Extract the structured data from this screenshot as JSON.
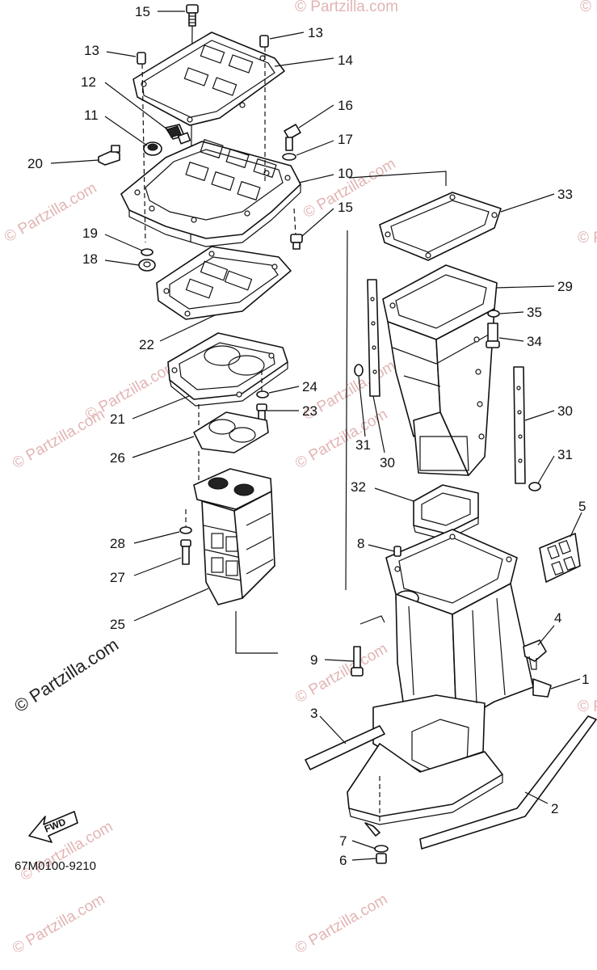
{
  "labels": [
    {
      "id": "15a",
      "text": "15"
    },
    {
      "id": "13a",
      "text": "13"
    },
    {
      "id": "13b",
      "text": "13"
    },
    {
      "id": "14",
      "text": "14"
    },
    {
      "id": "12",
      "text": "12"
    },
    {
      "id": "11",
      "text": "11"
    },
    {
      "id": "16",
      "text": "16"
    },
    {
      "id": "17",
      "text": "17"
    },
    {
      "id": "20",
      "text": "20"
    },
    {
      "id": "10",
      "text": "10"
    },
    {
      "id": "15b",
      "text": "15"
    },
    {
      "id": "33",
      "text": "33"
    },
    {
      "id": "19",
      "text": "19"
    },
    {
      "id": "18",
      "text": "18"
    },
    {
      "id": "29",
      "text": "29"
    },
    {
      "id": "35",
      "text": "35"
    },
    {
      "id": "22",
      "text": "22"
    },
    {
      "id": "34",
      "text": "34"
    },
    {
      "id": "24",
      "text": "24"
    },
    {
      "id": "23",
      "text": "23"
    },
    {
      "id": "21",
      "text": "21"
    },
    {
      "id": "30a",
      "text": "30"
    },
    {
      "id": "26",
      "text": "26"
    },
    {
      "id": "31a",
      "text": "31"
    },
    {
      "id": "30b",
      "text": "30"
    },
    {
      "id": "31b",
      "text": "31"
    },
    {
      "id": "32",
      "text": "32"
    },
    {
      "id": "5",
      "text": "5"
    },
    {
      "id": "28",
      "text": "28"
    },
    {
      "id": "8",
      "text": "8"
    },
    {
      "id": "27",
      "text": "27"
    },
    {
      "id": "25",
      "text": "25"
    },
    {
      "id": "4",
      "text": "4"
    },
    {
      "id": "9",
      "text": "9"
    },
    {
      "id": "1",
      "text": "1"
    },
    {
      "id": "3",
      "text": "3"
    },
    {
      "id": "2",
      "text": "2"
    },
    {
      "id": "7",
      "text": "7"
    },
    {
      "id": "6",
      "text": "6"
    }
  ],
  "fwd_label": "FWD",
  "diagram_code": "67M0100-9210",
  "watermark_main": "© Partzilla.com",
  "watermark_small": "© Partzilla.com",
  "watermark_color": "#e2b4b4"
}
